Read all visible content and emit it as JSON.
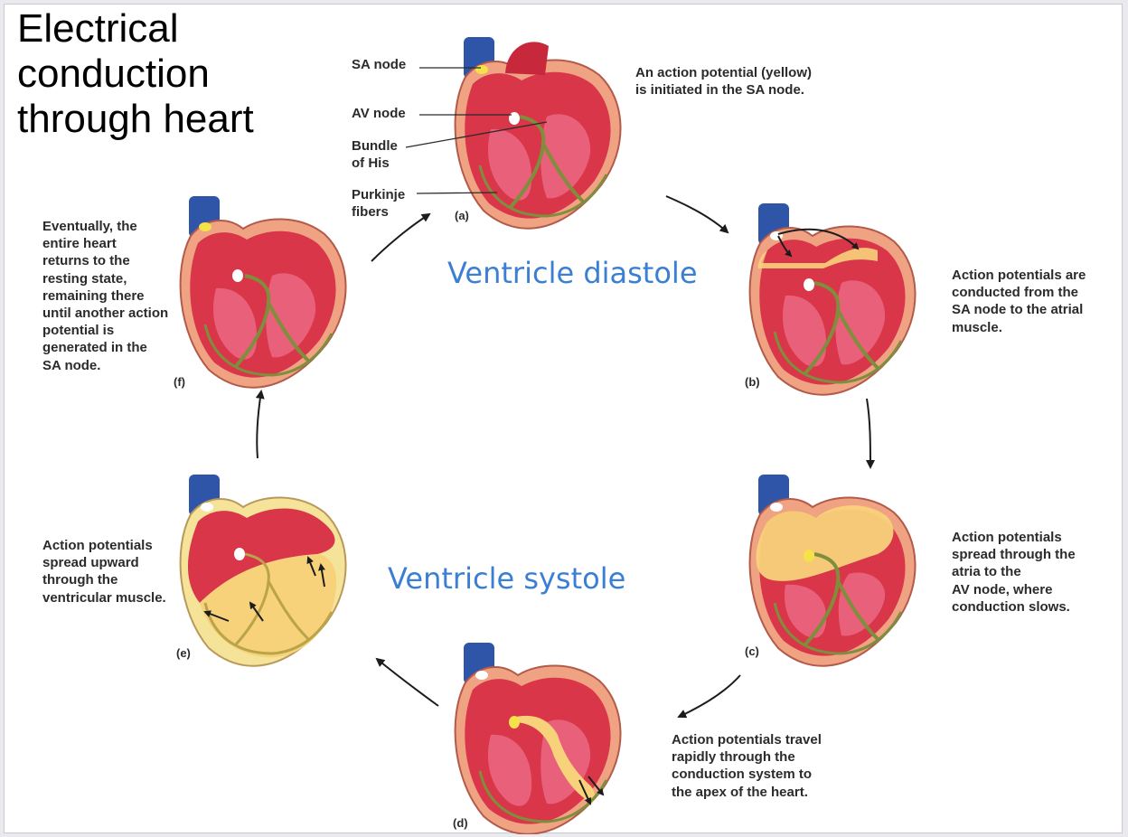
{
  "title": "Electrical\nconduction\nthrough heart",
  "phases": {
    "diastole": "Ventricle diastole",
    "systole": "Ventricle systole"
  },
  "structure_labels": {
    "sa_node": "SA node",
    "av_node": "AV node",
    "bundle_of_his": "Bundle\nof His",
    "purkinje_fibers": "Purkinje\nfibers"
  },
  "panels": [
    {
      "id": "a",
      "label": "(a)",
      "caption": "An action potential (yellow)\nis initiated in the SA node."
    },
    {
      "id": "b",
      "label": "(b)",
      "caption": "Action potentials are\nconducted from the\nSA node to the atrial\nmuscle."
    },
    {
      "id": "c",
      "label": "(c)",
      "caption": "Action potentials\nspread through the\natria to the\nAV node, where\nconduction slows."
    },
    {
      "id": "d",
      "label": "(d)",
      "caption": "Action potentials travel\nrapidly through the\nconduction system to\nthe apex of the heart."
    },
    {
      "id": "e",
      "label": "(e)",
      "caption": "Action potentials\nspread upward\nthrough the\nventricular muscle."
    },
    {
      "id": "f",
      "label": "(f)",
      "caption": "Eventually, the\nentire heart\nreturns to the\nresting state,\nremaining there\nuntil another action\npotential is\ngenerated in the\nSA node."
    }
  ],
  "colors": {
    "muscle": "#d9364a",
    "chamber": "#e8607a",
    "pericardium": "#efa383",
    "vessel": "#2f55a8",
    "conduction": "#7f8e3c",
    "excited": "#f8d27a",
    "phase_text": "#3b7fd4"
  }
}
